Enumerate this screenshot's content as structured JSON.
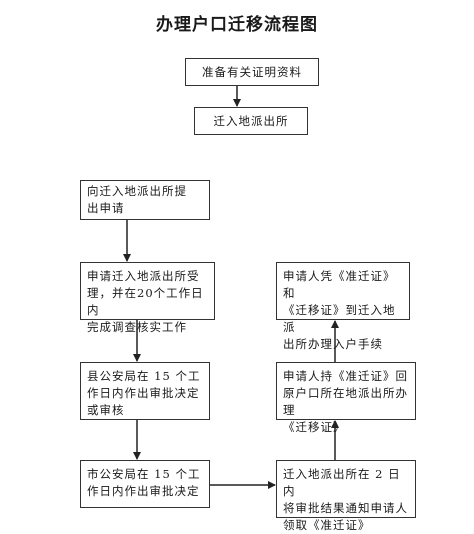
{
  "title": "办理户口迁移流程图",
  "nodes": {
    "prepare": "准备有关证明资料",
    "go_station": "迁入地派出所",
    "apply": [
      "向迁入地派出所提",
      "出申请"
    ],
    "accept": [
      "申请迁入地派出所受",
      "理，并在20个工作日内",
      "完成调查核实工作"
    ],
    "county": [
      "县公安局在 15 个工",
      "作日内作出审批决定",
      "或审核"
    ],
    "city": [
      "市公安局在 15 个工",
      "作日内作出审批决定"
    ],
    "notify": [
      "迁入地派出所在 2 日内",
      "将审批结果通知申请人",
      "领取《准迁证》"
    ],
    "origin": [
      "申请人持《准迁证》回",
      "原户口所在地派出所办理",
      "《迁移证》"
    ],
    "settle": [
      "申请人凭《准迁证》和",
      "《迁移证》到迁入地派",
      "出所办理入户手续"
    ]
  }
}
